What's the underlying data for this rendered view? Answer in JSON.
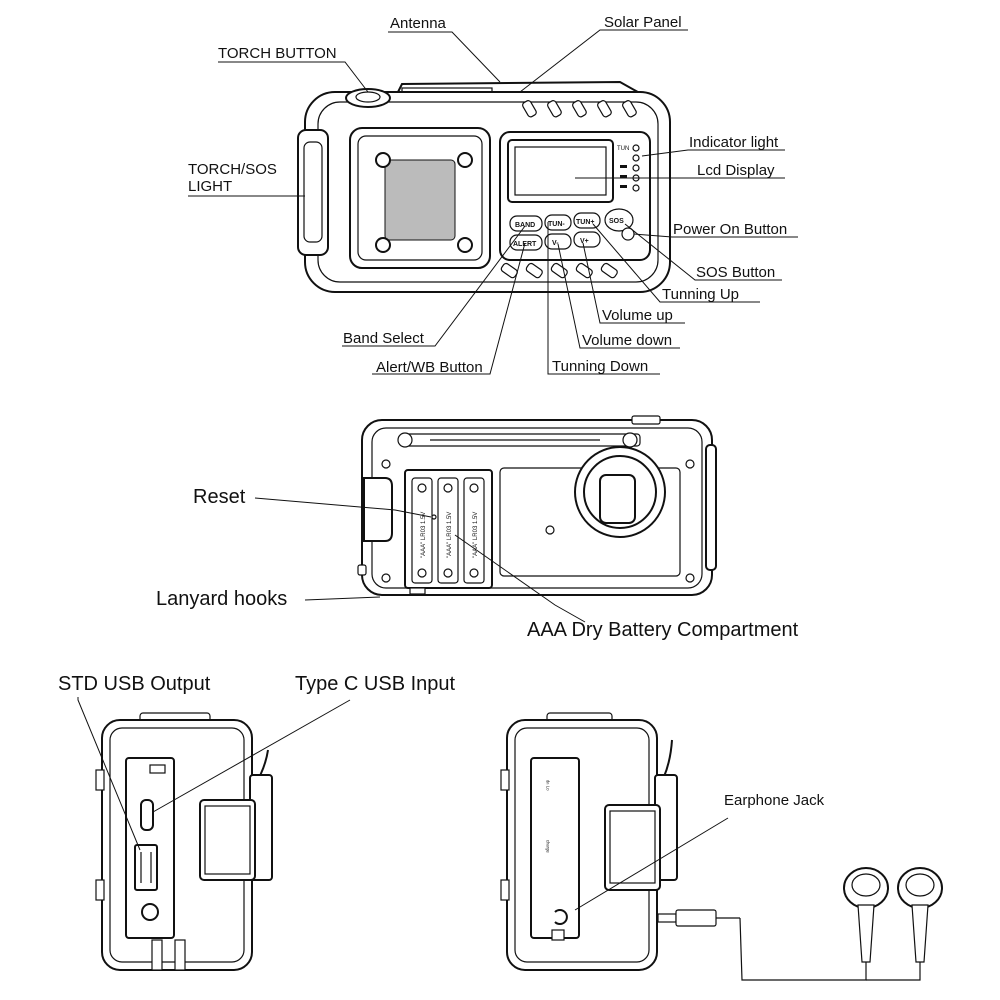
{
  "labels": {
    "antenna": "Antenna",
    "solar_panel": "Solar Panel",
    "torch_button": "TORCH BUTTON",
    "torch_sos_light_line1": "TORCH/SOS",
    "torch_sos_light_line2": "LIGHT",
    "indicator_light": "Indicator light",
    "lcd_display": "Lcd Display",
    "power_on_button": "Power On Button",
    "sos_button": "SOS Button",
    "tunning_up": "Tunning Up",
    "volume_up": "Volume up",
    "volume_down": "Volume down",
    "tunning_down": "Tunning Down",
    "alert_wb_button": "Alert/WB Button",
    "band_select": "Band Select",
    "reset": "Reset",
    "lanyard_hooks": "Lanyard hooks",
    "aaa_battery_compartment": "AAA Dry Battery Compartment",
    "std_usb_output": "STD USB Output",
    "type_c_usb_input": "Type C  USB Input",
    "earphone_jack": "Earphone Jack"
  },
  "device_buttons": {
    "band": "BAND",
    "alert": "ALERT",
    "tun_minus": "TUN-",
    "tun_plus": "TUN+",
    "v_minus": "V-",
    "v_plus": "V+",
    "sos": "SOS"
  },
  "indicator_text": "TUN",
  "battery_text": "\"AAA\" LR03 1.5V"
}
